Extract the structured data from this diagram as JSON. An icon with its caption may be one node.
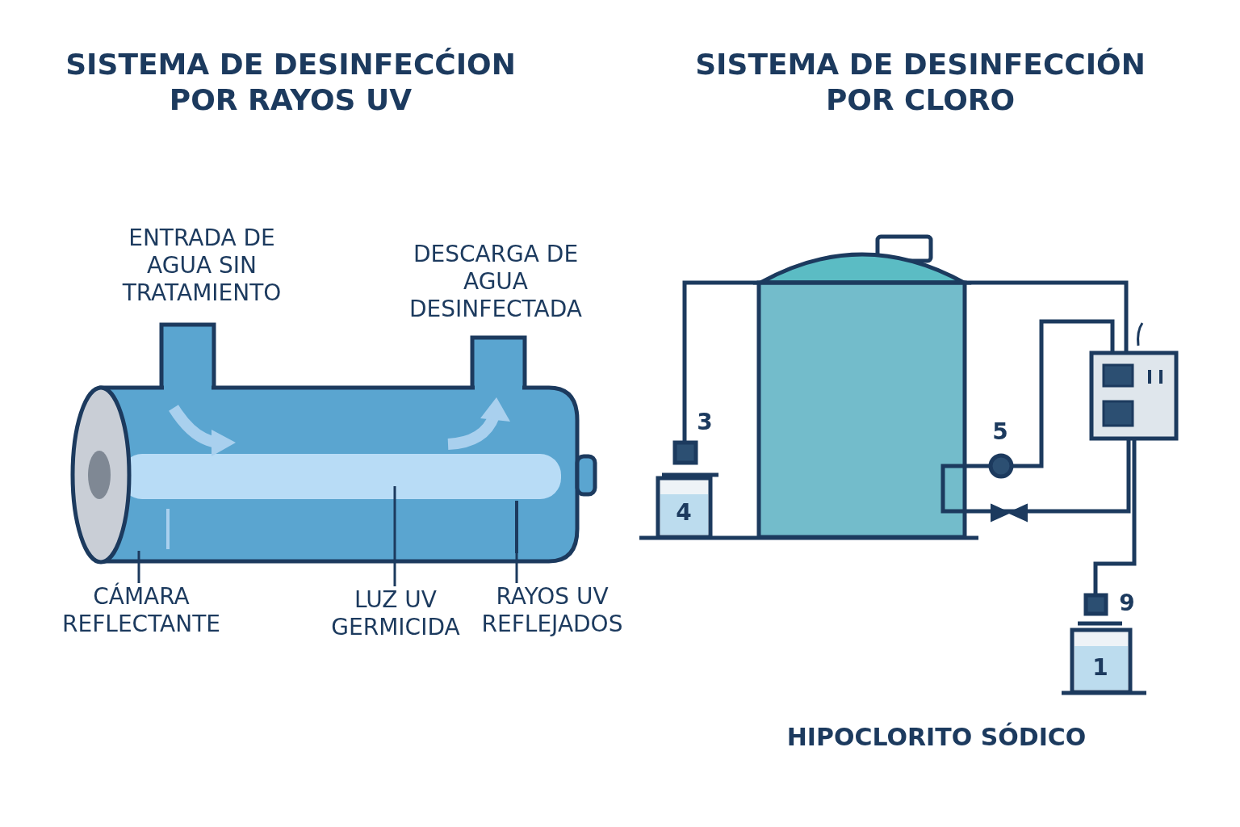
{
  "diagram": {
    "nodes": [
      {
        "text": [
          "CÁMARA REFLECTANTE"
        ]
      },
      {
        "text": [
          "LUZ UV GERMICIDA"
        ]
      },
      {
        "text": [
          "RAYOS UV REFLEJADOS"
        ]
      }
    ],
    "edges": [
      {
        "from": 0,
        "to": null,
        "arrow": "none"
      },
      {
        "from": 1,
        "to": null,
        "arrow": "none"
      },
      {
        "from": 2,
        "to": null,
        "arrow": "none"
      }
    ],
    "labels": [
      "SISTEMA DE DESINFECĆION POR RAYOS UV",
      "SISTEMA DE DESINFECCIÓN POR CLORO",
      "ENTRADA DE AGUA SIN TRATAMIENTO",
      "DESCARGA DE AGUA DESINFECTADA",
      "3",
      "5",
      "4",
      "9",
      "1",
      "HIPOCLORITO SÓDICO"
    ]
  }
}
